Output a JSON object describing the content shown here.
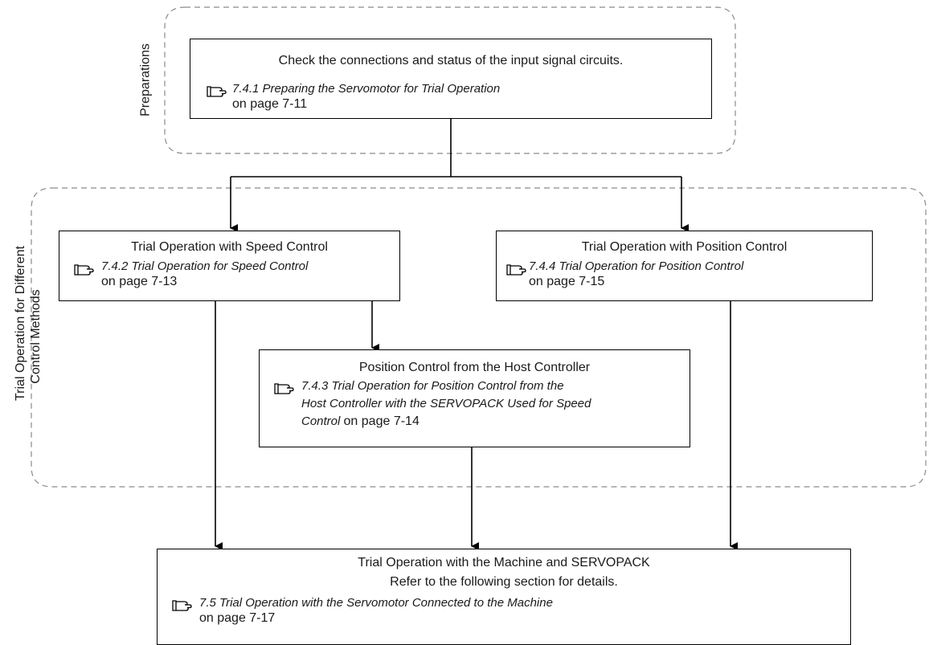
{
  "groups": {
    "preparations": {
      "label": "Preparations"
    },
    "trial_methods": {
      "label_line1": "Trial Operation for Different",
      "label_line2": "Control Methods"
    }
  },
  "boxes": {
    "prep": {
      "title": "Check the connections and status of the input signal circuits.",
      "ref": "7.4.1 Preparing the Servomotor for Trial Operation",
      "page": "on page 7-11"
    },
    "speed": {
      "title": "Trial Operation with Speed Control",
      "ref": "7.4.2 Trial Operation for Speed Control",
      "page": "on page 7-13"
    },
    "position": {
      "title": "Trial Operation with Position Control",
      "ref": "7.4.4 Trial Operation for Position Control",
      "page": "on page 7-15"
    },
    "host": {
      "title": "Position Control from the Host Controller",
      "ref_line1": "7.4.3 Trial Operation for Position Control from the",
      "ref_line2": "Host Controller with the SERVOPACK Used for Speed",
      "ref_line3": "Control",
      "page": "on page 7-14"
    },
    "machine": {
      "title": "Trial Operation with the Machine and SERVOPACK",
      "subtitle": "Refer to the following section for details.",
      "ref": "7.5 Trial Operation with the Servomotor Connected to the Machine",
      "page": "on page 7-17"
    }
  },
  "icons": {
    "reference": "pointing-hand-icon"
  }
}
